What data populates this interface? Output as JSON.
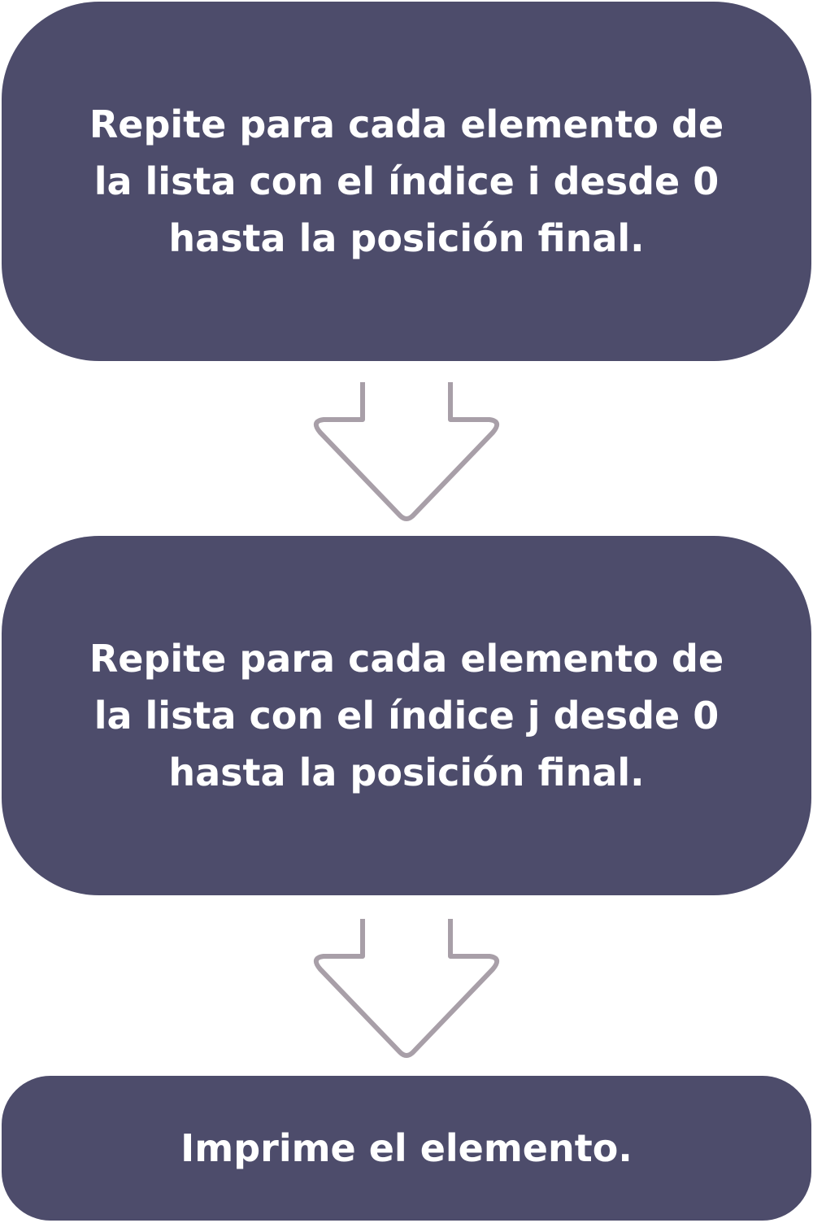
{
  "colors": {
    "box_fill": "#4d4c6b",
    "box_text": "#ffffff",
    "arrow_stroke": "#a89fa8"
  },
  "steps": [
    {
      "text": "Repite para cada elemento de\nla lista con el índice i desde 0\nhasta la posición final."
    },
    {
      "text": "Repite para cada elemento de\nla lista con el índice j desde 0\nhasta la posición final."
    },
    {
      "text": "Imprime el elemento."
    }
  ],
  "connectors": [
    {
      "icon": "down-arrow-outline-icon"
    },
    {
      "icon": "down-arrow-outline-icon"
    }
  ]
}
